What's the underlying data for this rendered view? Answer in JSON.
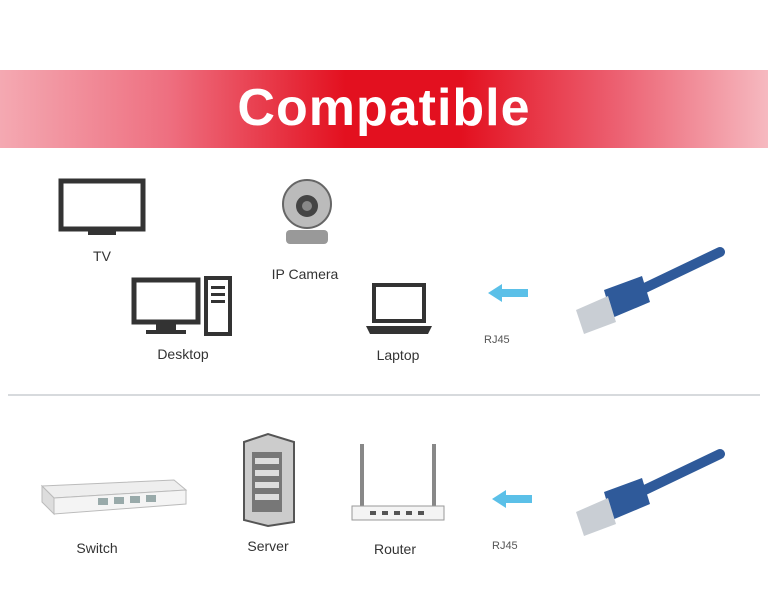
{
  "banner": {
    "title": "Compatible",
    "color": "#e3101f"
  },
  "top_section": {
    "devices": [
      {
        "label": "TV",
        "icon": "tv-icon"
      },
      {
        "label": "IP Camera",
        "icon": "ip-camera-icon"
      },
      {
        "label": "Desktop",
        "icon": "desktop-icon"
      },
      {
        "label": "Laptop",
        "icon": "laptop-icon"
      }
    ],
    "connector_label": "RJ45"
  },
  "bottom_section": {
    "devices": [
      {
        "label": "Switch",
        "icon": "switch-icon"
      },
      {
        "label": "Server",
        "icon": "server-icon"
      },
      {
        "label": "Router",
        "icon": "router-icon"
      }
    ],
    "connector_label": "RJ45"
  },
  "colors": {
    "cable": "#2f5a9a",
    "arrow": "#5bc0e8"
  }
}
